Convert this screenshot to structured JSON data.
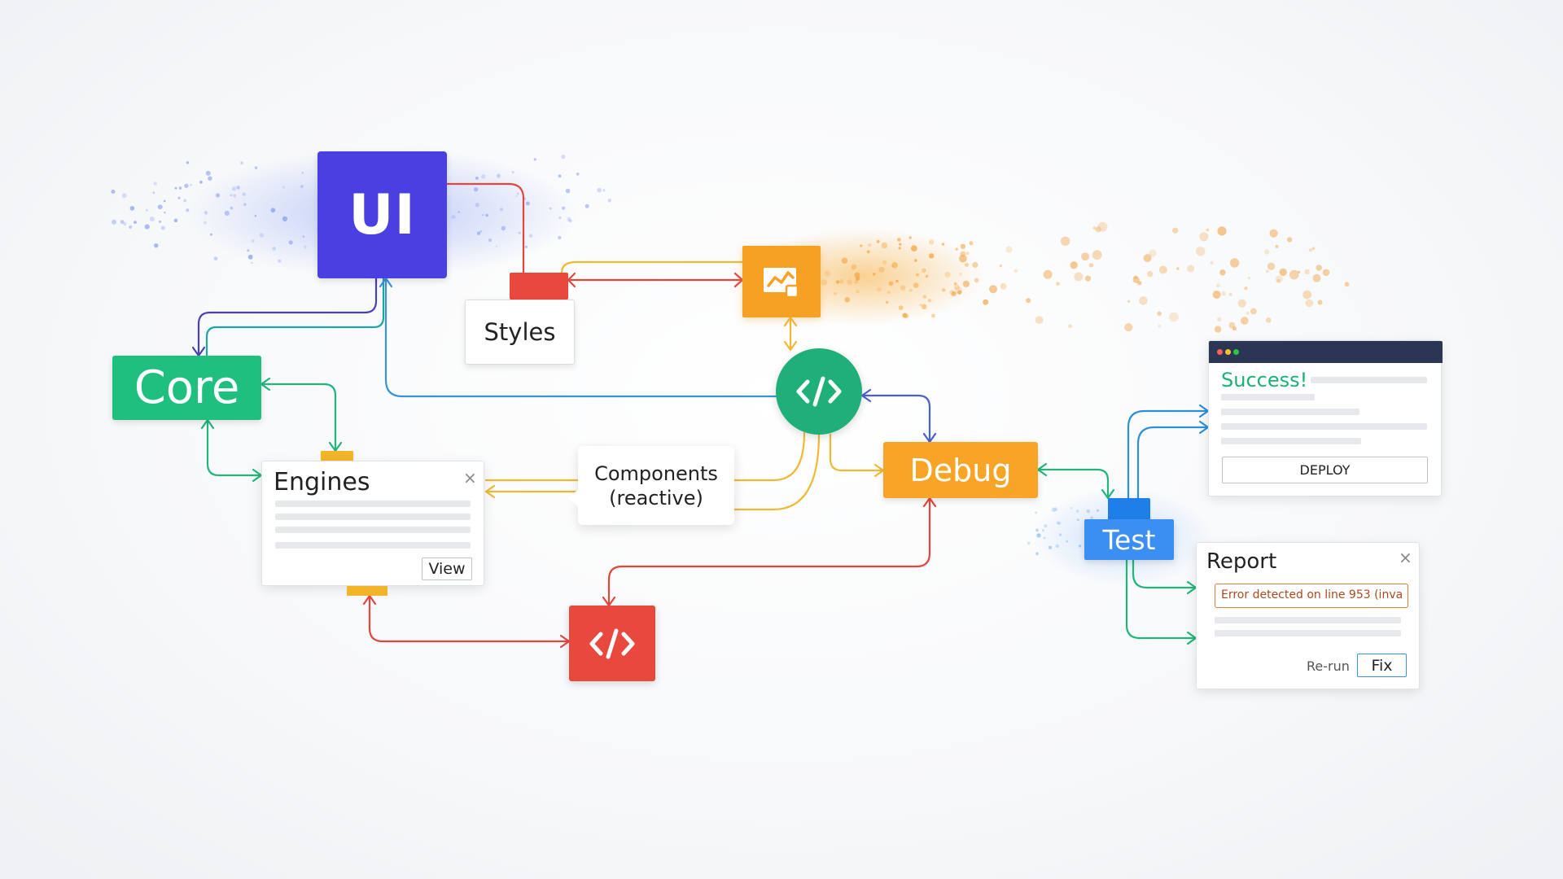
{
  "nodes": {
    "ui": "UI",
    "core": "Core",
    "styles": "Styles",
    "engines": "Engines",
    "engines_view": "View",
    "components_line1": "Components",
    "components_line2": "(reactive)",
    "debug": "Debug",
    "test": "Test",
    "code_symbol": "</>"
  },
  "success_window": {
    "title": "Success!",
    "button": "DEPLOY"
  },
  "report": {
    "title": "Report",
    "error": "Error detected on line 953 (inva",
    "rerun": "Re-run",
    "fix": "Fix"
  },
  "close_glyph": "×",
  "colors": {
    "ui": "#4a3fe0",
    "core": "#1fbf7f",
    "debug": "#f8a427",
    "test": "#3b8ff2",
    "red": "#e9483d",
    "success": "#19b374",
    "orange": "#f7a124"
  }
}
